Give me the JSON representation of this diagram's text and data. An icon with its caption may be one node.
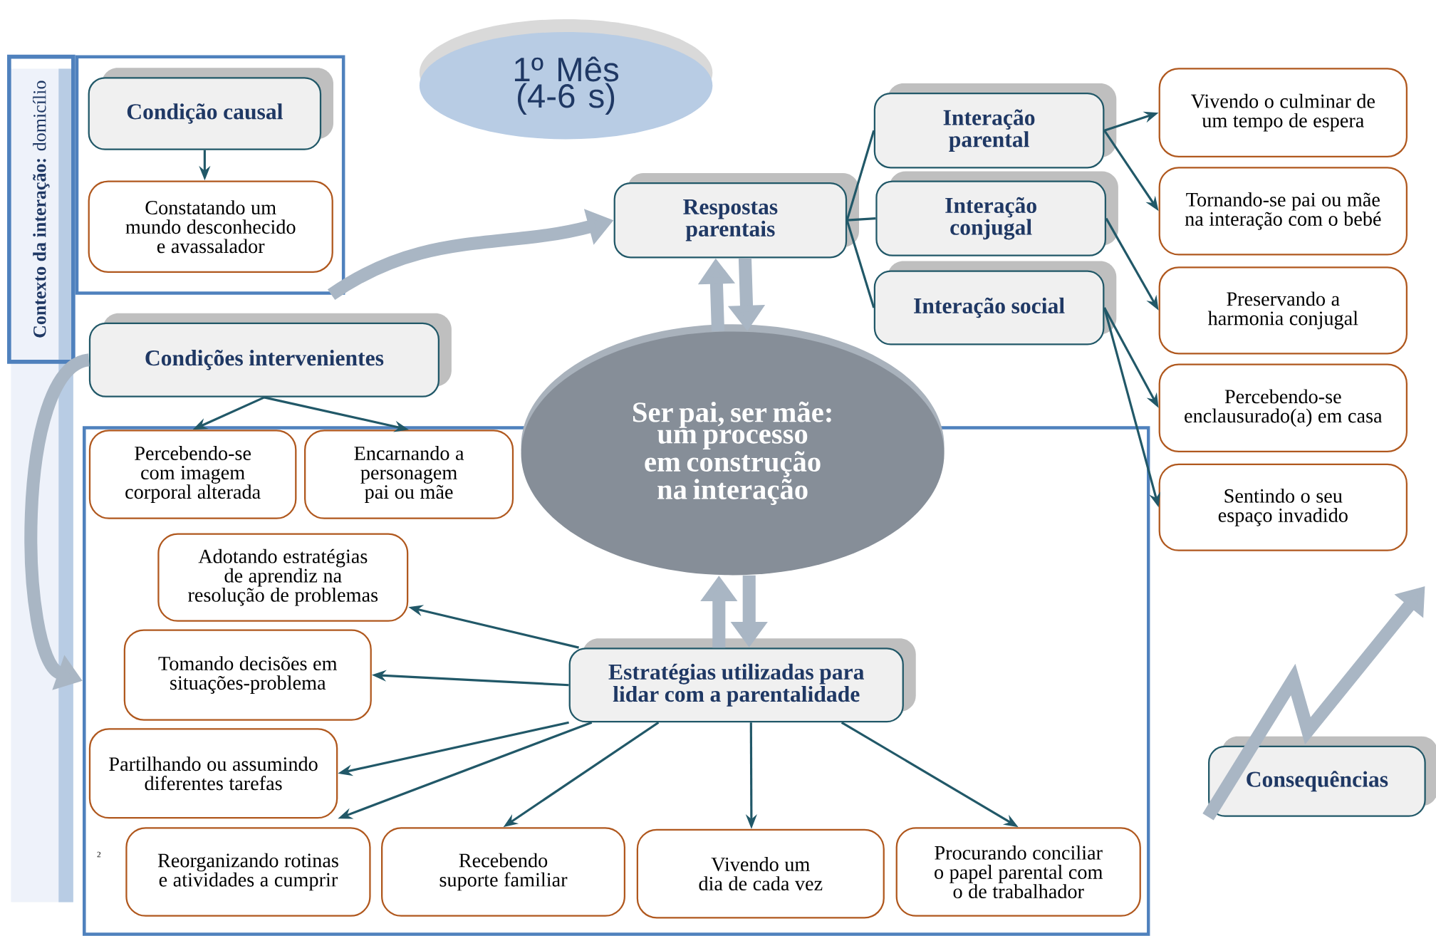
{
  "diagram": {
    "nodes": [
      {
        "text": [
          "**Contexto da interação:** domicílio"
        ]
      },
      {
        "text": [
          "1º Mês (4-6 s)"
        ]
      },
      {
        "text": [],
        "shape": "box"
      },
      {
        "text": [
          "Condição causal"
        ],
        "in": 2
      },
      {
        "text": [
          "Constatando um mundo desconhecido e avassalador"
        ],
        "in": 2
      },
      {
        "text": [
          "Respostas parentais"
        ]
      },
      {
        "text": [
          "Interação parental"
        ]
      },
      {
        "text": [
          "Interação conjugal"
        ]
      },
      {
        "text": [
          "Interação social"
        ]
      },
      {
        "text": [
          "Vivendo o culminar de um tempo de espera"
        ]
      },
      {
        "text": [
          "Tornando-se pai ou mãe na interação com o bebé"
        ]
      },
      {
        "text": [
          "Preservando a harmonia conjugal"
        ]
      },
      {
        "text": [
          "Percebendo-se enclausurado(a) em casa"
        ]
      },
      {
        "text": [
          "Sentindo o seu espaço invadido"
        ]
      },
      {
        "text": [
          "Condições intervenientes"
        ]
      },
      {
        "text": [],
        "shape": "box"
      },
      {
        "text": [
          "Ser pai, ser mãe: um processo em construção na interação"
        ]
      },
      {
        "text": [
          "Percebendo-se com imagem corporal alterada"
        ],
        "in": 15
      },
      {
        "text": [
          "Encarnando a personagem pai ou mãe"
        ],
        "in": 15
      },
      {
        "text": [
          "Adotando estratégias de aprendiz na resolução de problemas"
        ],
        "in": 15
      },
      {
        "text": [
          "Tomando decisões em situações-problema"
        ],
        "in": 15
      },
      {
        "text": [
          "Partilhando ou assumindo diferentes tarefas"
        ],
        "in": 15
      },
      {
        "text": [
          "Reorganizando rotinas e atividades a cumprir"
        ],
        "in": 15
      },
      {
        "text": [
          "Recebendo suporte familiar"
        ],
        "in": 15
      },
      {
        "text": [
          "Vivendo um dia de cada vez"
        ],
        "in": 15
      },
      {
        "text": [
          "Procurando conciliar o papel parental com o de trabalhador"
        ],
        "in": 15
      },
      {
        "text": [
          "Estratégias utilizadas para lidar com a parentalidade"
        ],
        "in": 15
      },
      {
        "text": [
          "Consequências"
        ]
      }
    ],
    "edges": [
      {
        "from": 3,
        "to": 4,
        "arrow": "to"
      },
      {
        "from": 14,
        "to": 17,
        "arrow": "to"
      },
      {
        "from": 14,
        "to": 18,
        "arrow": "to"
      },
      {
        "from": 2,
        "to": 5,
        "arrow": "to",
        "style": "thick",
        "color": "#a9b6c4"
      },
      {
        "from": 5,
        "to": 6,
        "arrow": "none"
      },
      {
        "from": 5,
        "to": 7,
        "arrow": "none"
      },
      {
        "from": 5,
        "to": 8,
        "arrow": "none"
      },
      {
        "from": 6,
        "to": 9,
        "arrow": "to"
      },
      {
        "from": 6,
        "to": 10,
        "arrow": "to"
      },
      {
        "from": 7,
        "to": 11,
        "arrow": "to"
      },
      {
        "from": 8,
        "to": 12,
        "arrow": "to"
      },
      {
        "from": 8,
        "to": 13,
        "arrow": "to"
      },
      {
        "from": 5,
        "to": 16,
        "arrow": "to",
        "style": "thick",
        "color": "#a9b6c4"
      },
      {
        "from": 16,
        "to": 5,
        "arrow": "to",
        "style": "thick",
        "color": "#a9b6c4"
      },
      {
        "from": 16,
        "to": 26,
        "arrow": "to",
        "style": "thick",
        "color": "#a9b6c4"
      },
      {
        "from": 26,
        "to": 16,
        "arrow": "to",
        "style": "thick",
        "color": "#a9b6c4"
      },
      {
        "from": 26,
        "to": 19,
        "arrow": "to"
      },
      {
        "from": 26,
        "to": 20,
        "arrow": "to"
      },
      {
        "from": 26,
        "to": 21,
        "arrow": "to"
      },
      {
        "from": 26,
        "to": 21,
        "arrow": "to"
      },
      {
        "from": 26,
        "to": 23,
        "arrow": "to"
      },
      {
        "from": 26,
        "to": 24,
        "arrow": "to"
      },
      {
        "from": 26,
        "to": 25,
        "arrow": "to"
      },
      {
        "from": 14,
        "to": 15,
        "arrow": "to",
        "style": "thick",
        "color": "#a9b6c4"
      },
      {
        "from": 27,
        "to": null,
        "arrow": "to",
        "style": "thick",
        "color": "#a9b6c4"
      }
    ],
    "labels": [
      "2"
    ]
  }
}
